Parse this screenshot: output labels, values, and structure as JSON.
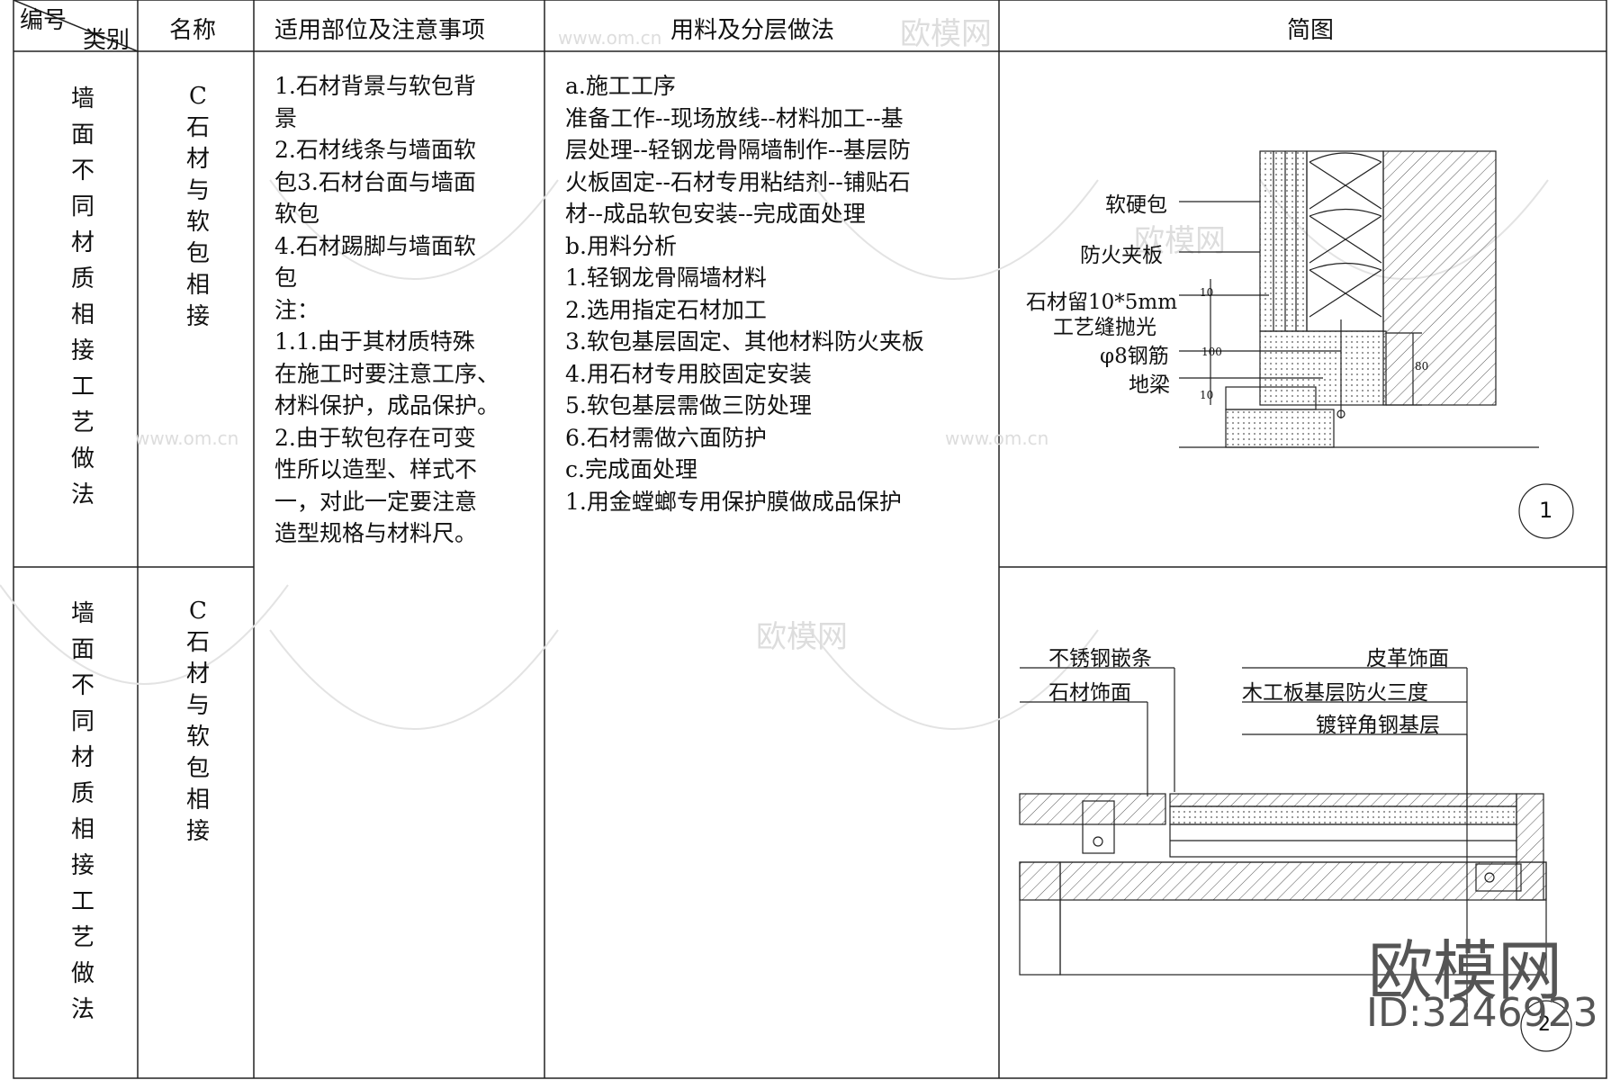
{
  "header": {
    "code": "编号",
    "category": "类别",
    "name": "名称",
    "parts": "适用部位及注意事项",
    "method": "用料及分层做法",
    "sketch": "简图"
  },
  "rows": [
    {
      "category_chars": [
        "墙",
        "面",
        "不",
        "同",
        "材",
        "质",
        "相",
        "接",
        "工",
        "艺",
        "做",
        "法"
      ],
      "name_chars": [
        "C",
        "石",
        "材",
        "与",
        "软",
        "包",
        "相",
        "接"
      ]
    },
    {
      "category_chars": [
        "墙",
        "面",
        "不",
        "同",
        "材",
        "质",
        "相",
        "接",
        "工",
        "艺",
        "做",
        "法"
      ],
      "name_chars": [
        "C",
        "石",
        "材",
        "与",
        "软",
        "包",
        "相",
        "接"
      ]
    }
  ],
  "parts_lines": [
    "1.石材背景与软包背",
    "景",
    "2.石材线条与墙面软",
    "包3.石材台面与墙面",
    "软包",
    "4.石材踢脚与墙面软",
    "包",
    "注：",
    "1.1.由于其材质特殊",
    "在施工时要注意工序、",
    "材料保护，成品保护。",
    "2.由于软包存在可变",
    "性所以造型、样式不",
    "一，对此一定要注意",
    "造型规格与材料尺。"
  ],
  "method_lines": [
    "a.施工工序",
    "准备工作--现场放线--材料加工--基",
    "层处理--轻钢龙骨隔墙制作--基层防",
    "火板固定--石材专用粘结剂--铺贴石",
    "材--成品软包安装--完成面处理",
    "b.用料分析",
    "1.轻钢龙骨隔墙材料",
    "2.选用指定石材加工",
    "3.软包基层固定、其他材料防火夹板",
    "4.用石材专用胶固定安装",
    "5.软包基层需做三防处理",
    "6.石材需做六面防护",
    "c.完成面处理",
    "1.用金螳螂专用保护膜做成品保护"
  ],
  "diagram1": {
    "labels": [
      "软硬包",
      "防火夹板",
      "石材留10*5mm",
      "工艺缝抛光",
      "φ8钢筋",
      "地梁"
    ],
    "dims": [
      "10",
      "100",
      "80",
      "10"
    ],
    "number": "1"
  },
  "diagram2": {
    "labels_left": [
      "不锈钢嵌条",
      "石材饰面"
    ],
    "labels_right": [
      "皮革饰面",
      "木工板基层防火三度",
      "镀锌角钢基层"
    ],
    "number": "2"
  },
  "watermark": {
    "brand": "欧模网",
    "id": "ID:3246923",
    "url": "www.om.cn"
  }
}
